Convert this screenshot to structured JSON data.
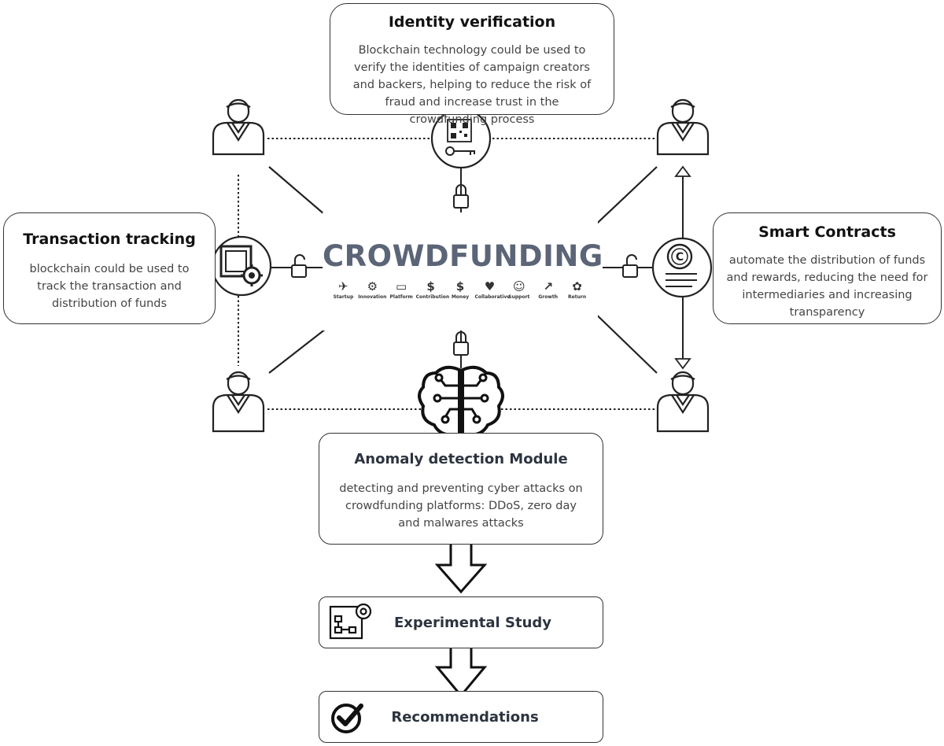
{
  "identity": {
    "title": "Identity verification",
    "body": "Blockchain technology could be used to verify the identities of campaign creators and backers, helping to reduce the risk of fraud and increase trust in the crowdfunding process"
  },
  "transaction": {
    "title": "Transaction tracking",
    "body": "blockchain could be used to track the transaction and distribution of funds"
  },
  "smart_contracts": {
    "title": "Smart Contracts",
    "body": "automate the distribution of funds and rewards, reducing the need for intermediaries and increasing transparency"
  },
  "anomaly": {
    "title": "Anomaly detection Module",
    "body": "detecting and preventing cyber attacks on crowdfunding platforms: DDoS, zero day and malwares attacks"
  },
  "center": {
    "word": "CROWDFUNDING",
    "icons": [
      {
        "label": "Startup",
        "glyph": "✈"
      },
      {
        "label": "Innovation",
        "glyph": "⚙"
      },
      {
        "label": "Platform",
        "glyph": "▭"
      },
      {
        "label": "Contribution",
        "glyph": "$"
      },
      {
        "label": "Money",
        "glyph": "$"
      },
      {
        "label": "Collaborative",
        "glyph": "♥"
      },
      {
        "label": "Support",
        "glyph": "☺"
      },
      {
        "label": "Growth",
        "glyph": "↗"
      },
      {
        "label": "Return",
        "glyph": "✿"
      }
    ]
  },
  "steps": {
    "experimental": "Experimental Study",
    "recommendations": "Recommendations"
  }
}
